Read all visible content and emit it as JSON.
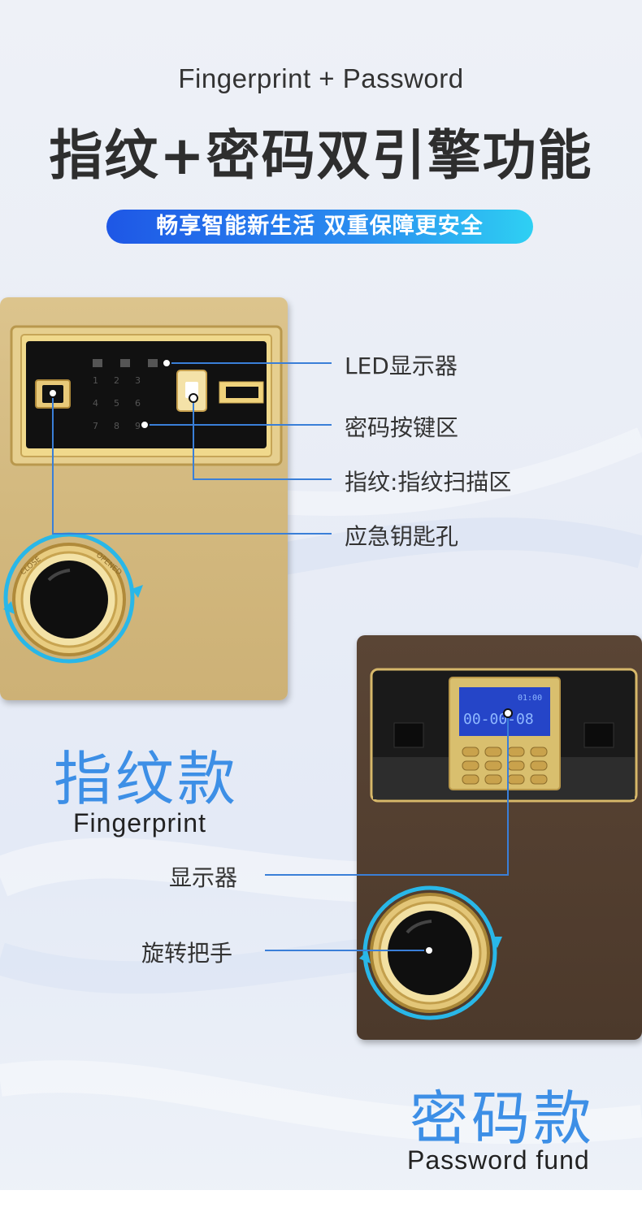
{
  "header": {
    "title_en": "Fingerprint + Password",
    "title_cn": "指纹+密码双引擎功能",
    "tagline": "畅享智能新生活 双重保障更安全"
  },
  "fingerprint_model": {
    "name_cn": "指纹款",
    "name_en": "Fingerprint",
    "callouts": {
      "led": "LED显示器",
      "keypad": "密码按键区",
      "scanner": "指纹:指纹扫描区",
      "keyhole": "应急钥匙孔"
    },
    "keypad_digits": [
      "1",
      "2",
      "3",
      "4",
      "5",
      "6",
      "7",
      "8",
      "9"
    ],
    "handle_text": [
      "CLOSE",
      "OPENED"
    ]
  },
  "password_model": {
    "name_cn": "密码款",
    "name_en": "Password fund",
    "callouts": {
      "display": "显示器",
      "handle": "旋转把手"
    },
    "lcd_readout": "00-00-08",
    "lcd_time": "01:00"
  },
  "colors": {
    "accent_blue": "#3d8fe6",
    "callout_line": "#3a7fd8",
    "gold": "#d6bd83",
    "bronze": "#4f3c2e"
  }
}
